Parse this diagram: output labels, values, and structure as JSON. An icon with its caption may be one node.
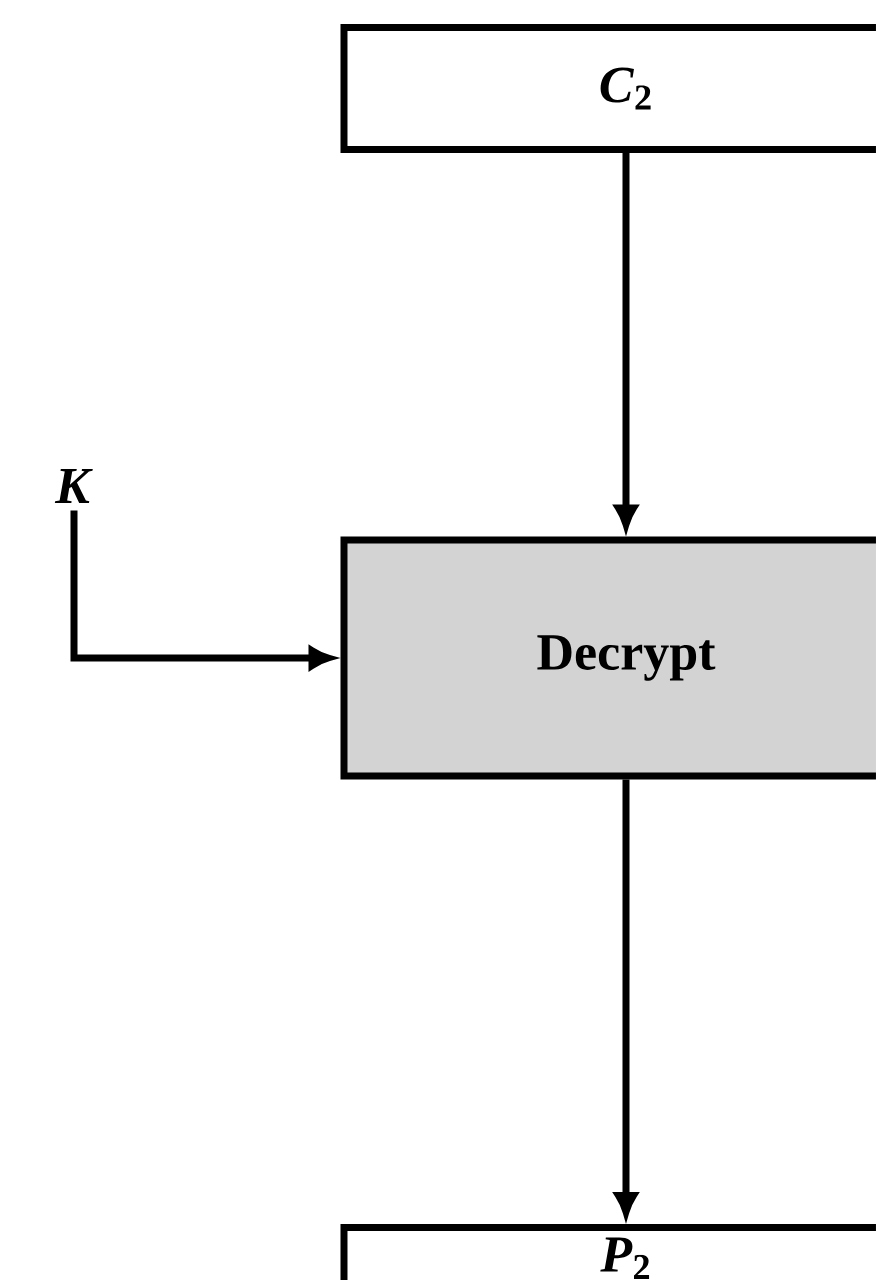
{
  "diagram": {
    "nodes": [
      {
        "text": [
          "*C*$_{2}$"
        ]
      },
      {
        "text": [
          "Decrypt"
        ]
      },
      {
        "text": [
          "*P*$_{2}$"
        ]
      },
      {
        "text": [
          "*K*"
        ]
      }
    ],
    "edges": [
      {
        "from": 0,
        "to": 1,
        "arrow": "to"
      },
      {
        "from": 3,
        "to": 1,
        "arrow": "to"
      },
      {
        "from": 1,
        "to": 2,
        "arrow": "to"
      }
    ]
  }
}
